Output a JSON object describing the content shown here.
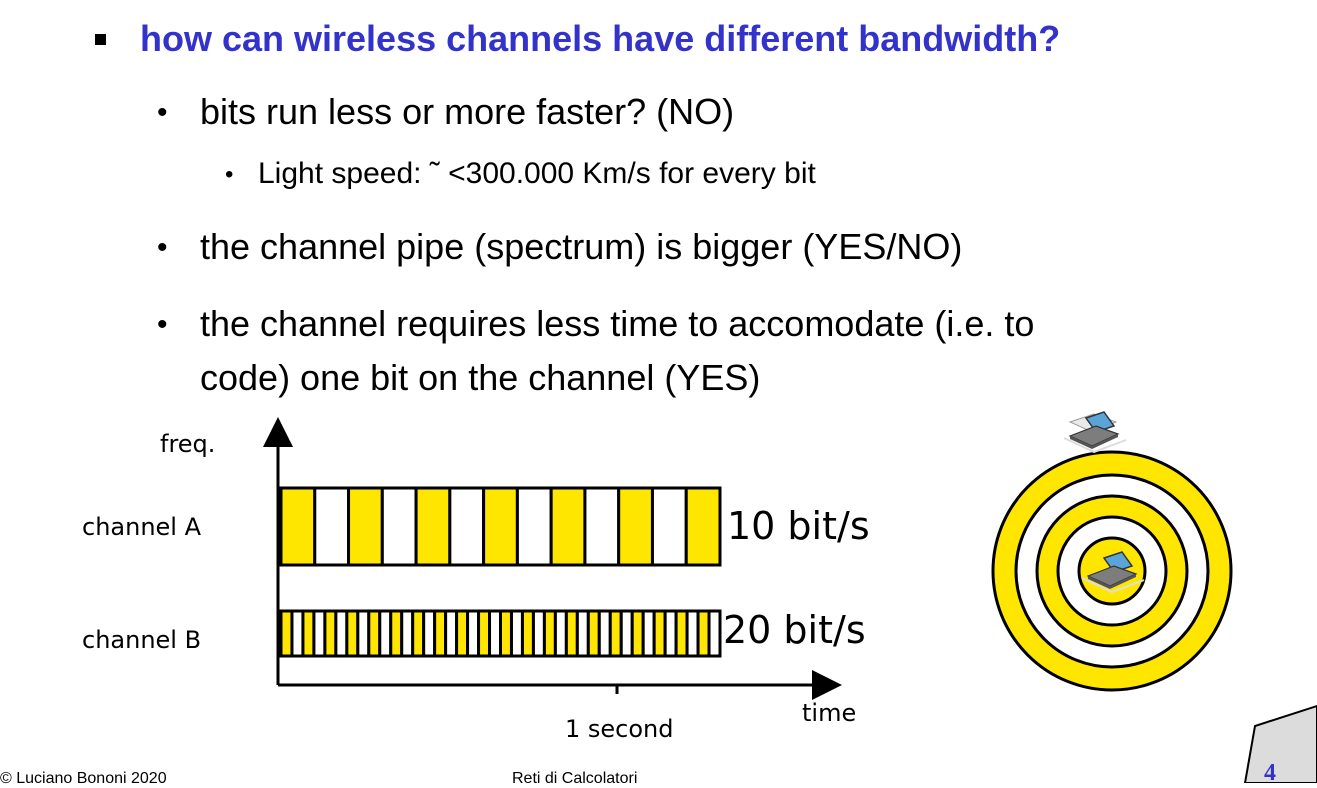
{
  "slide": {
    "heading": "how can wireless channels have different bandwidth?",
    "bullets": [
      {
        "text": "bits run less or more faster? (NO)"
      },
      {
        "text": "Light speed: ˜ <300.000 Km/s for every bit"
      },
      {
        "text": "the channel pipe (spectrum) is bigger (YES/NO)"
      },
      {
        "text_line1": "the channel requires less time to accomodate (i.e. to",
        "text_line2": "code) one bit on the channel (YES)"
      }
    ],
    "page_number": "4",
    "footer_left": "© Luciano Bononi 2020",
    "footer_center": "Reti di Calcolatori"
  },
  "diagram": {
    "y_axis_label": "freq.",
    "x_axis_label": "time",
    "tick_label": "1 second",
    "channel_a": {
      "label": "channel A",
      "rate_label": "10 bit/s",
      "bits": 10
    },
    "channel_b": {
      "label": "channel B",
      "rate_label": "20 bit/s",
      "bits": 20
    },
    "colors": {
      "yellow": "#ffe600",
      "outline": "#000000",
      "heading": "#3333cc"
    }
  }
}
